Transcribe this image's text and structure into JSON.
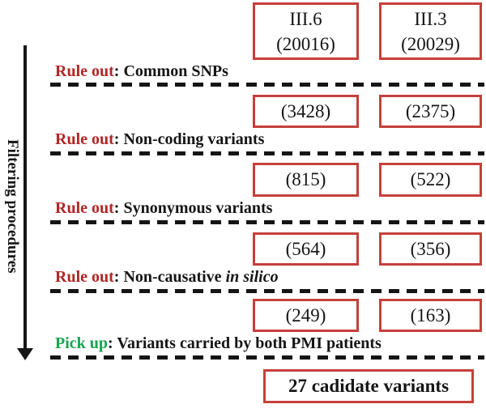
{
  "colors": {
    "box_border": "#c5403c",
    "rule_out_prefix": "#b22727",
    "pick_up_prefix": "#17a44f",
    "text": "#151515"
  },
  "axis": {
    "label": "Filtering procedures"
  },
  "header_boxes": [
    {
      "line1": "III.6",
      "line2": "(20016)"
    },
    {
      "line1": "III.3",
      "line2": "(20029)"
    }
  ],
  "steps": [
    {
      "action": "Rule out",
      "rest": ": Common SNPs",
      "counts": [
        "(3428)",
        "(2375)"
      ]
    },
    {
      "action": "Rule out",
      "rest": ": Non-coding variants",
      "counts": [
        "(815)",
        "(522)"
      ]
    },
    {
      "action": "Rule out",
      "rest": ": Synonymous variants",
      "counts": [
        "(564)",
        "(356)"
      ]
    },
    {
      "action": "Rule out",
      "rest": ": Non-causative ",
      "rest_italic": "in silico",
      "counts": [
        "(249)",
        "(163)"
      ]
    },
    {
      "action": "Pick up",
      "rest": ": Variants carried by both PMI patients"
    }
  ],
  "final_box": {
    "label": "27 cadidate variants"
  }
}
